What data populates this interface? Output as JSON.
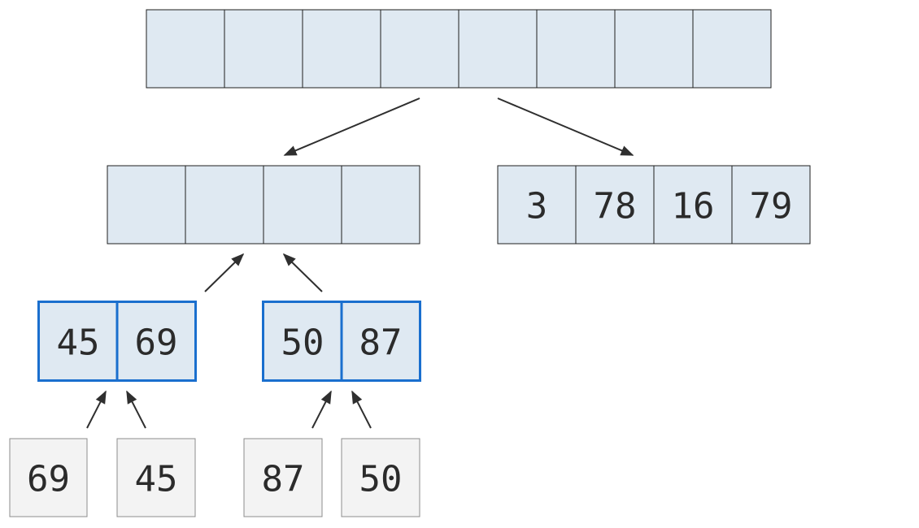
{
  "diagram": {
    "levels": {
      "root": {
        "cells": [
          "",
          "",
          "",
          "",
          "",
          "",
          "",
          ""
        ]
      },
      "left_half": {
        "cells": [
          "",
          "",
          "",
          ""
        ]
      },
      "right_half": {
        "cells": [
          "3",
          "78",
          "16",
          "79"
        ]
      },
      "merged_pair_left": {
        "cells": [
          "45",
          "69"
        ],
        "highlighted": true
      },
      "merged_pair_right": {
        "cells": [
          "50",
          "87"
        ],
        "highlighted": true
      },
      "singles": {
        "cells": [
          "69",
          "45",
          "87",
          "50"
        ]
      }
    },
    "colors": {
      "cell_fill": "#dfe9f2",
      "leaf_fill": "#f3f3f3",
      "highlight_stroke": "#1a6fce",
      "arrow": "#2f2f2f",
      "text": "#2b2b2b"
    }
  }
}
